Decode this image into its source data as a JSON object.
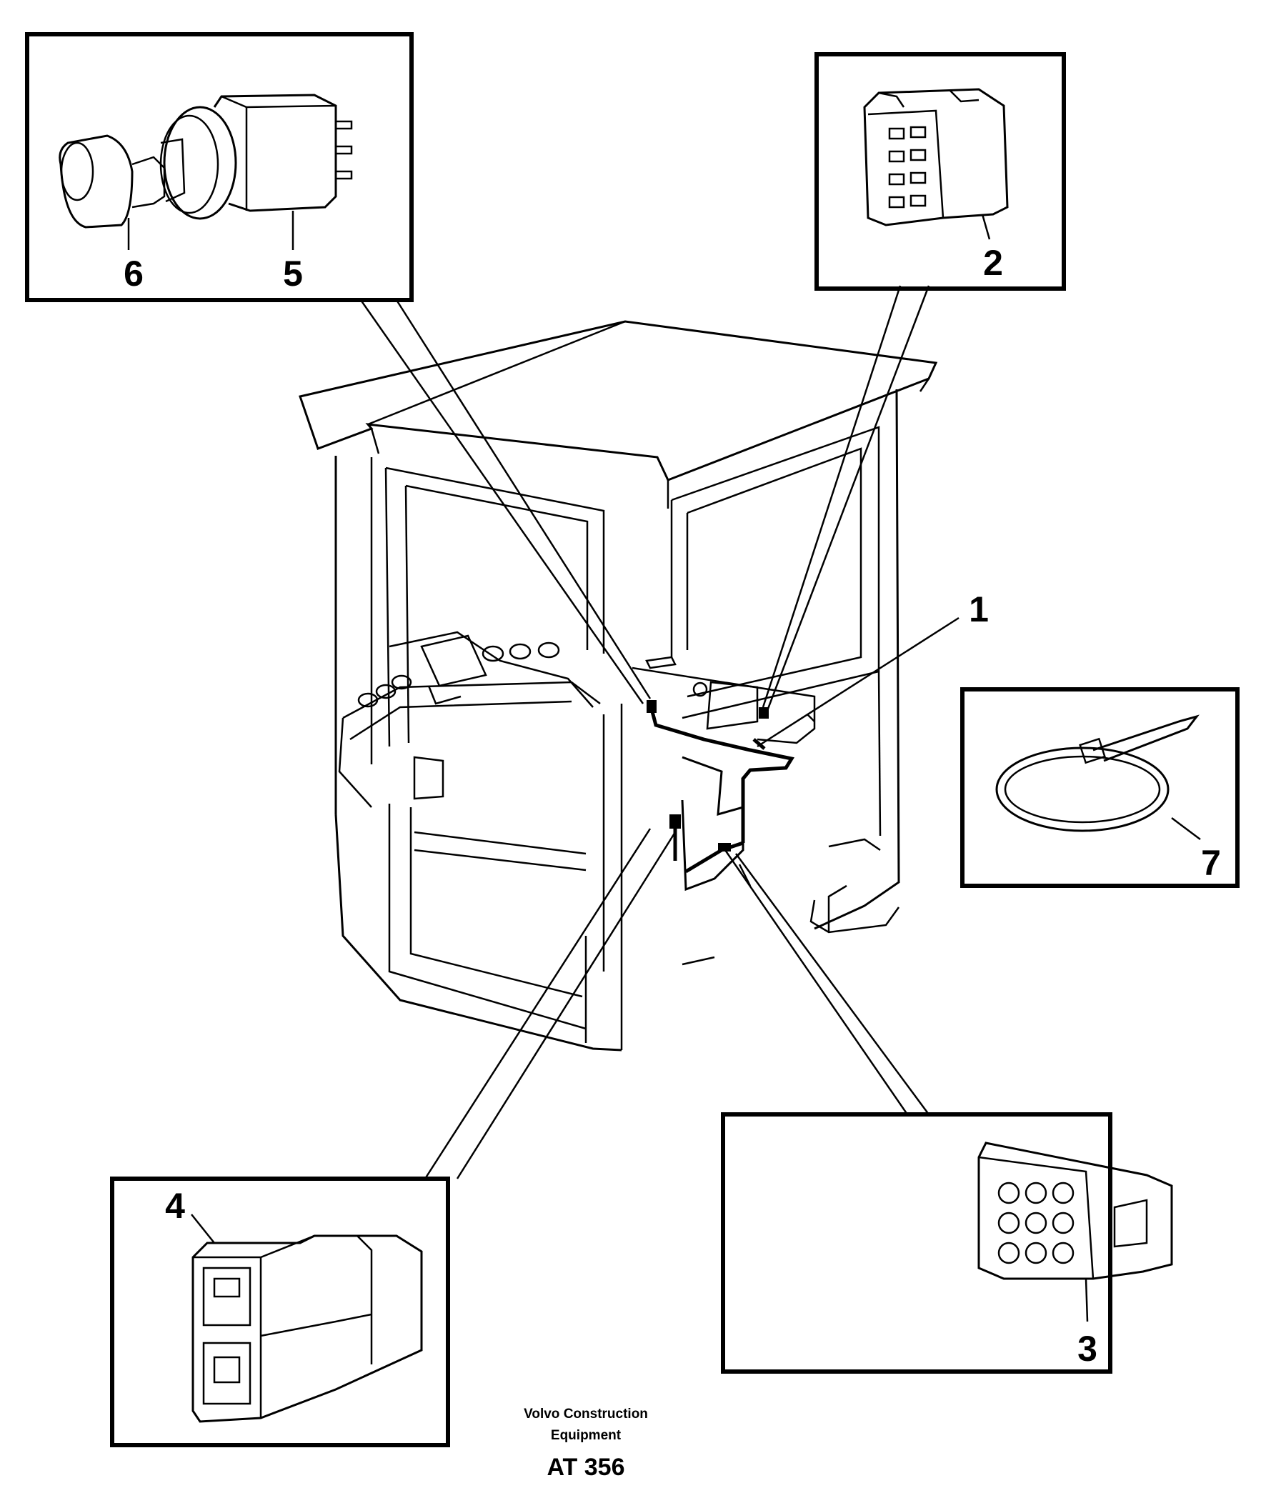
{
  "callouts": {
    "c1": "1",
    "c2": "2",
    "c3": "3",
    "c4": "4",
    "c5": "5",
    "c6": "6",
    "c7": "7"
  },
  "footer": {
    "brand_line1": "Volvo Construction",
    "brand_line2": "Equipment",
    "code": "AT 356"
  }
}
